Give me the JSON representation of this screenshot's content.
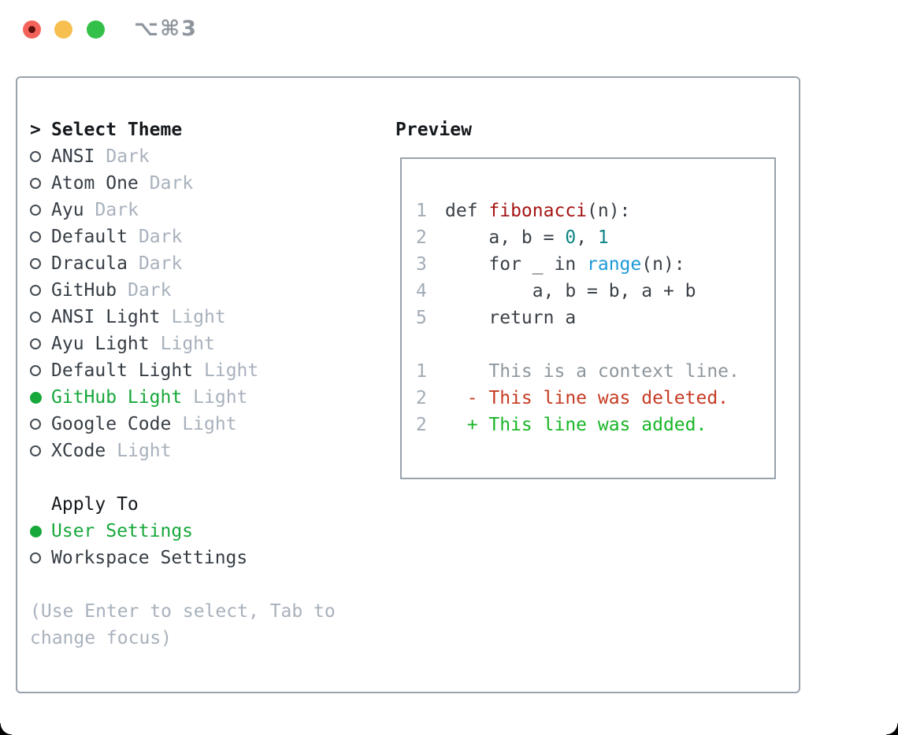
{
  "window": {
    "title": "⌥⌘3"
  },
  "colors": {
    "border": "#9aa2ad",
    "text": "#363d45",
    "text_strong": "#15191d",
    "muted": "#a8b1bc",
    "green": "#17a83b",
    "lineno": "#a1abb6",
    "code_fg": "#3a4047",
    "code_red": "#a41515",
    "code_teal": "#0d8484",
    "code_blue": "#1b98d8",
    "diff_context": "#8e979e",
    "diff_deleted": "#c63a22",
    "diff_added": "#17b626",
    "light_red": "#f4635a",
    "light_red_dot": "#5e100c",
    "light_yellow": "#f6bf50",
    "light_green": "#33c04a",
    "title": "#8e959d"
  },
  "theme_panel": {
    "header_prefix": ">",
    "header_label": "Select Theme",
    "themes": [
      {
        "name": "ANSI",
        "variant": "Dark",
        "selected": false
      },
      {
        "name": "Atom One",
        "variant": "Dark",
        "selected": false
      },
      {
        "name": "Ayu",
        "variant": "Dark",
        "selected": false
      },
      {
        "name": "Default",
        "variant": "Dark",
        "selected": false
      },
      {
        "name": "Dracula",
        "variant": "Dark",
        "selected": false
      },
      {
        "name": "GitHub",
        "variant": "Dark",
        "selected": false
      },
      {
        "name": "ANSI Light",
        "variant": "Light",
        "selected": false
      },
      {
        "name": "Ayu Light",
        "variant": "Light",
        "selected": false
      },
      {
        "name": "Default Light",
        "variant": "Light",
        "selected": false
      },
      {
        "name": "GitHub Light",
        "variant": "Light",
        "selected": true
      },
      {
        "name": "Google Code",
        "variant": "Light",
        "selected": false
      },
      {
        "name": "XCode",
        "variant": "Light",
        "selected": false
      }
    ],
    "apply_to_label": "Apply To",
    "apply_options": [
      {
        "name": "User Settings",
        "selected": true
      },
      {
        "name": "Workspace Settings",
        "selected": false
      }
    ],
    "hint_lines": [
      "(Use Enter to select, Tab to",
      "change focus)"
    ]
  },
  "preview": {
    "label": "Preview",
    "lines": [
      {
        "name": "code-line-1",
        "num": "1",
        "segments": [
          {
            "text": "def ",
            "color": "fg"
          },
          {
            "text": "fibonacci",
            "color": "red"
          },
          {
            "text": "(n):",
            "color": "fg"
          }
        ]
      },
      {
        "name": "code-line-2",
        "num": "2",
        "segments": [
          {
            "text": "    a, b = ",
            "color": "fg"
          },
          {
            "text": "0",
            "color": "teal"
          },
          {
            "text": ", ",
            "color": "fg"
          },
          {
            "text": "1",
            "color": "teal"
          }
        ]
      },
      {
        "name": "code-line-3",
        "num": "3",
        "segments": [
          {
            "text": "    for _ in ",
            "color": "fg"
          },
          {
            "text": "range",
            "color": "blue"
          },
          {
            "text": "(n):",
            "color": "fg"
          }
        ]
      },
      {
        "name": "code-line-4",
        "num": "4",
        "segments": [
          {
            "text": "        a, b = b, a + b",
            "color": "fg"
          }
        ]
      },
      {
        "name": "code-line-5",
        "num": "5",
        "segments": [
          {
            "text": "    return a",
            "color": "fg"
          }
        ]
      },
      {
        "name": "blank-line",
        "num": "",
        "segments": []
      },
      {
        "name": "diff-context-line",
        "num": "1",
        "segments": [
          {
            "text": "    This is a context line.",
            "color": "muted"
          }
        ]
      },
      {
        "name": "diff-deleted-line",
        "num": "2",
        "segments": [
          {
            "text": "  - This line was deleted.",
            "color": "deleted"
          }
        ]
      },
      {
        "name": "diff-added-line",
        "num": "2",
        "segments": [
          {
            "text": "  + This line was added.",
            "color": "added"
          }
        ]
      }
    ]
  }
}
